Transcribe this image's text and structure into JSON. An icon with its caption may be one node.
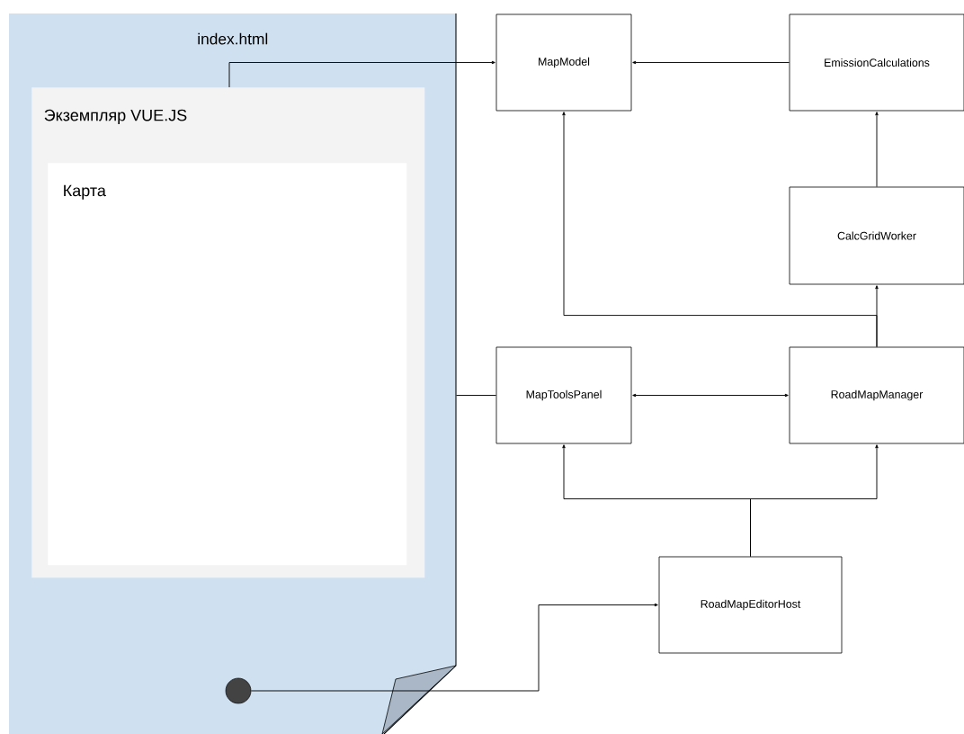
{
  "diagram": {
    "nodes": [
      {
        "text": [
          "index.html"
        ]
      },
      {
        "text": [
          "Экземпляр VUE.JS"
        ],
        "in": 0
      },
      {
        "text": [
          "Карта"
        ],
        "in": 1
      },
      {
        "text": [
          "MapModel"
        ]
      },
      {
        "text": [
          "EmissionCalculations"
        ]
      },
      {
        "text": [
          "CalcGridWorker"
        ]
      },
      {
        "text": [
          "MapToolsPanel"
        ]
      },
      {
        "text": [
          "RoadMapManager"
        ]
      },
      {
        "text": [
          "RoadMapEditorHost"
        ]
      },
      {
        "text": [],
        "shape": "circle",
        "in": 0
      }
    ],
    "edges": [
      {
        "from": 1,
        "to": 3,
        "arrow": "to"
      },
      {
        "from": 4,
        "to": 3,
        "arrow": "to"
      },
      {
        "from": 5,
        "to": 4,
        "arrow": "to"
      },
      {
        "from": 7,
        "to": 5,
        "arrow": "to"
      },
      {
        "from": 7,
        "to": 3,
        "arrow": "to"
      },
      {
        "from": 0,
        "to": 6,
        "arrow": "none"
      },
      {
        "from": 6,
        "to": 7,
        "arrow": "both"
      },
      {
        "from": 8,
        "to": 6,
        "arrow": "to"
      },
      {
        "from": 8,
        "to": 7,
        "arrow": "to"
      },
      {
        "from": 9,
        "to": 8,
        "arrow": "to"
      }
    ]
  }
}
